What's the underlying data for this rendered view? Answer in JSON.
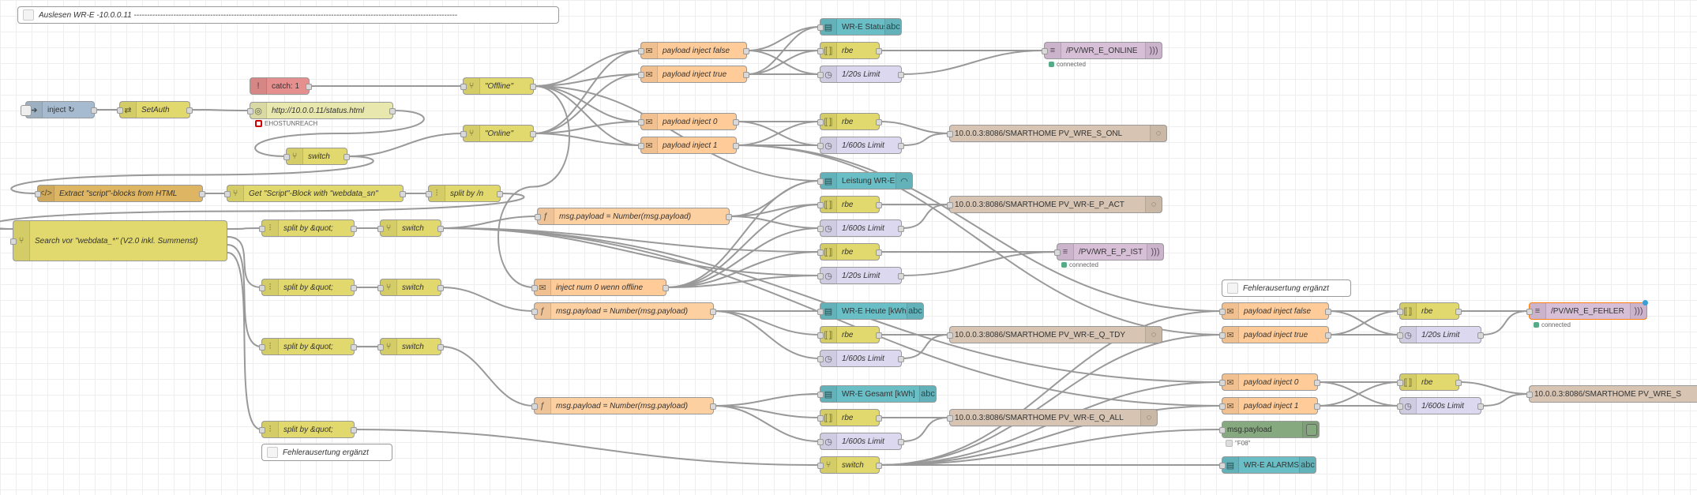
{
  "colors": {
    "wire": "#999999",
    "connected": "#5a8",
    "error": "#c00"
  },
  "comments": {
    "header": "Auslesen WR-E -10.0.0.11 ---------------------------------------------------------------------------------------------------------------------------",
    "fehler_1": "Fehlerausertung ergänzt",
    "fehler_2": "Fehlerausertung ergänzt"
  },
  "nodes": {
    "inject": "inject ↻",
    "setauth": "SetAuth",
    "catch": "catch: 1",
    "http": "http://10.0.0.11/status.html",
    "switch_main": "switch",
    "offline": "\"Offline\"",
    "online": "\"Online\"",
    "extract": "Extract \"script\"-blocks from HTML",
    "get_script": "Get \"Script\"-Block with \"webdata_sn\"",
    "split_n": "split by /n",
    "search": "Search vor \"webdata_*\" (V2.0 inkl. Summenst)",
    "split1": "split by &quot;",
    "split2": "split by &quot;",
    "split3": "split by &quot;",
    "split4": "split by &quot;",
    "sw1": "switch",
    "sw2": "switch",
    "sw3": "switch",
    "sw_bottom": "switch",
    "payload_false": "payload inject false",
    "payload_true": "payload inject true",
    "payload_0": "payload inject 0",
    "payload_1": "payload inject 1",
    "status_dbg": "WR-E Status",
    "rbe_a": "rbe",
    "limit_a": "1/20s Limit",
    "mqtt_online": "/PV/WR_E_ONLINE",
    "rbe_b": "rbe",
    "limit_b": "1/600s Limit",
    "influx_s_onl": "10.0.0.3:8086/SMARTHOME PV_WRE_S_ONL",
    "leistung": "Leistung WR-E",
    "func_act": "msg.payload = Number(msg.payload)",
    "rbe_c": "rbe",
    "limit_c": "1/600s Limit",
    "influx_p_act": "10.0.0.3:8086/SMARTHOME PV_WR-E_P_ACT",
    "rbe_d": "rbe",
    "limit_d": "1/20s Limit",
    "mqtt_p_ist": "/PV/WR_E_P_IST",
    "inject_num": "inject num 0 wenn offline",
    "func_tdy": "msg.payload = Number(msg.payload)",
    "heute": "WR-E Heute [kWh]",
    "rbe_e": "rbe",
    "limit_e": "1/600s Limit",
    "influx_tdy": "10.0.0.3:8086/SMARTHOME PV_WR-E_Q_TDY",
    "func_all": "msg.payload = Number(msg.payload)",
    "gesamt": "WR-E Gesamt [kWh]",
    "rbe_f": "rbe",
    "limit_f": "1/600s Limit",
    "influx_all": "10.0.0.3:8086/SMARTHOME PV_WR-E_Q_ALL",
    "f_payload_false": "payload inject false",
    "f_payload_true": "payload inject true",
    "f_rbe_a": "rbe",
    "f_limit_a": "1/20s Limit",
    "mqtt_fehler": "/PV/WR_E_FEHLER",
    "f_payload_0": "payload inject 0",
    "f_payload_1": "payload inject 1",
    "f_rbe_b": "rbe",
    "f_limit_b": "1/600s Limit",
    "influx_wre_s": "10.0.0.3:8086/SMARTHOME PV_WRE_S",
    "msg_payload": "msg.payload",
    "alarms": "WR-E ALARMS"
  },
  "status": {
    "http": "EHOSTUNREACH",
    "mqtt_online": "connected",
    "mqtt_p_ist": "connected",
    "mqtt_fehler": "connected",
    "msg_payload": "\"F08\""
  }
}
